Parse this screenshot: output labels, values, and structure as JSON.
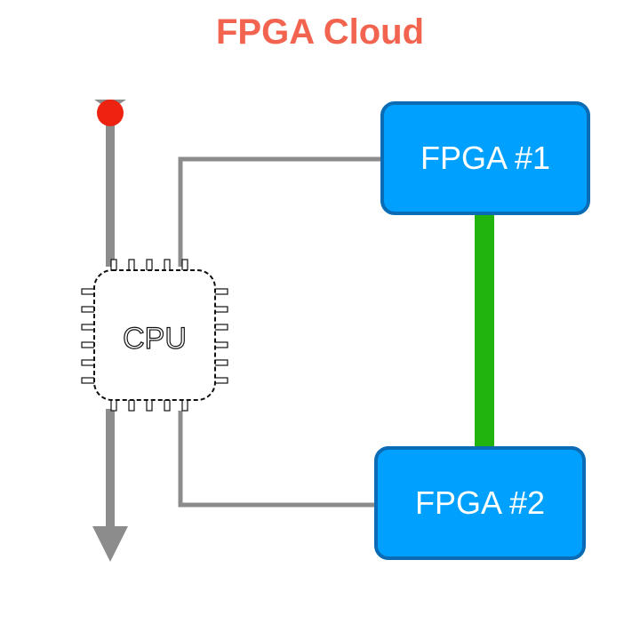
{
  "title": "FPGA Cloud",
  "nodes": {
    "cpu_label": "CPU",
    "fpga1_label": "FPGA #1",
    "fpga2_label": "FPGA #2"
  },
  "colors": {
    "title": "#f26450",
    "fpga_fill": "#00a0ff",
    "fpga_border": "#0a6cb4",
    "link_fpga": "#21b30e",
    "connector": "#8c8c8c",
    "start_marker": "#ee2211",
    "cpu_outline": "#111111"
  },
  "icons": [
    "cpu-chip-icon",
    "arrow-down-icon",
    "start-dot-icon"
  ]
}
